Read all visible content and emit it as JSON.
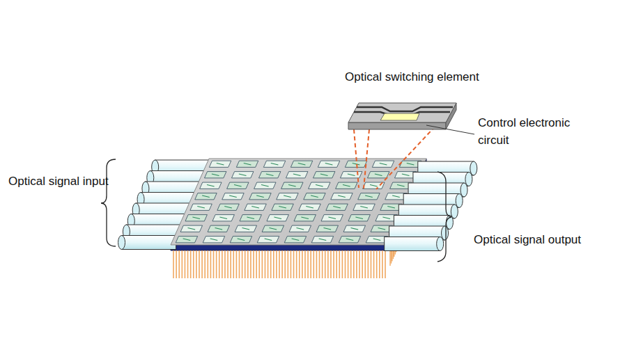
{
  "diagram": {
    "labels": [
      "Optical switching element",
      "Control electronic circuit",
      "Optical signal input",
      "Optical signal output"
    ]
  }
}
